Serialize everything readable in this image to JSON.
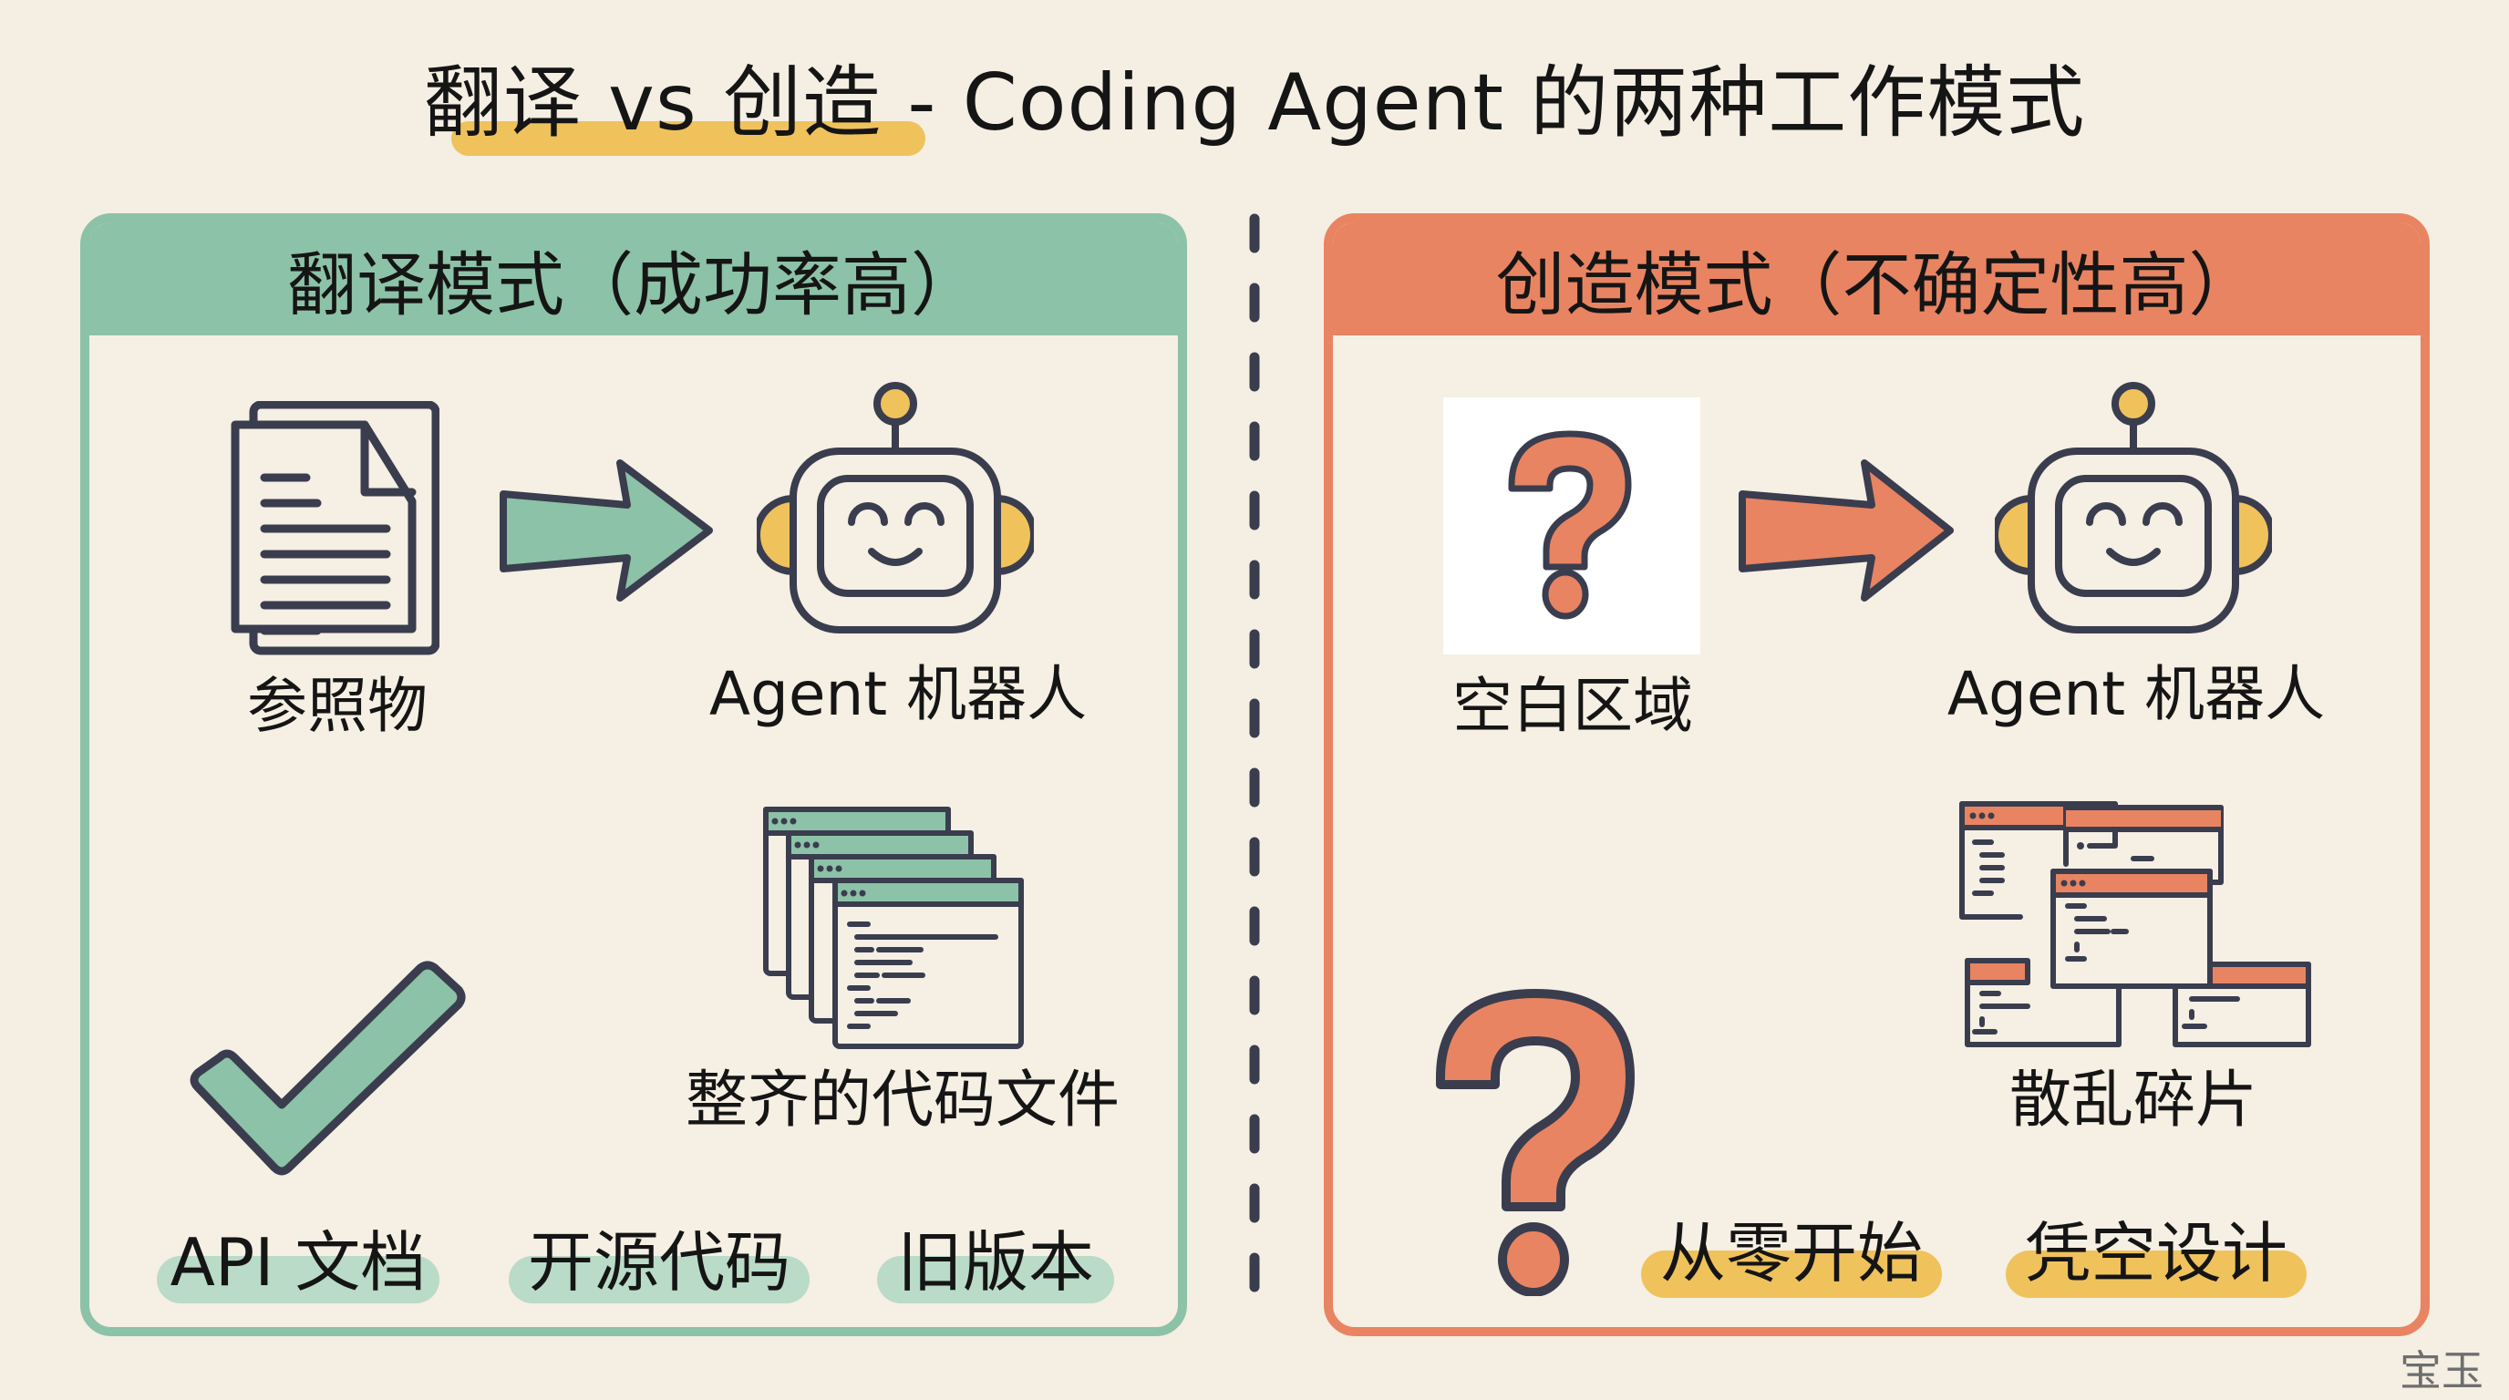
{
  "title": {
    "text": "翻译 vs 创造 - Coding Agent 的两种工作模式",
    "highlight_color": "#EFC25C"
  },
  "colors": {
    "background": "#F4EEE3",
    "translate_green": "#8CC2A7",
    "create_orange": "#E88461",
    "accent_yellow": "#EFC25C",
    "outline": "#3A3D4E"
  },
  "left_panel": {
    "header": "翻译模式（成功率高）",
    "reference_label": "参照物",
    "agent_label": "Agent 机器人",
    "code_files_label": "整齐的代码文件",
    "icons": [
      "document-icon",
      "arrow-right-icon",
      "robot-icon",
      "checkmark-icon",
      "stacked-code-windows-icon"
    ],
    "tags": [
      {
        "label": "API 文档"
      },
      {
        "label": "开源代码"
      },
      {
        "label": "旧版本"
      }
    ]
  },
  "right_panel": {
    "header": "创造模式（不确定性高）",
    "blank_label": "空白区域",
    "agent_label": "Agent 机器人",
    "fragments_label": "散乱碎片",
    "icons": [
      "question-mark-icon",
      "arrow-right-icon",
      "robot-icon",
      "scattered-code-windows-icon",
      "large-question-mark-icon"
    ],
    "tags": [
      {
        "label": "从零开始"
      },
      {
        "label": "凭空设计"
      }
    ]
  },
  "watermark": "宝玉"
}
